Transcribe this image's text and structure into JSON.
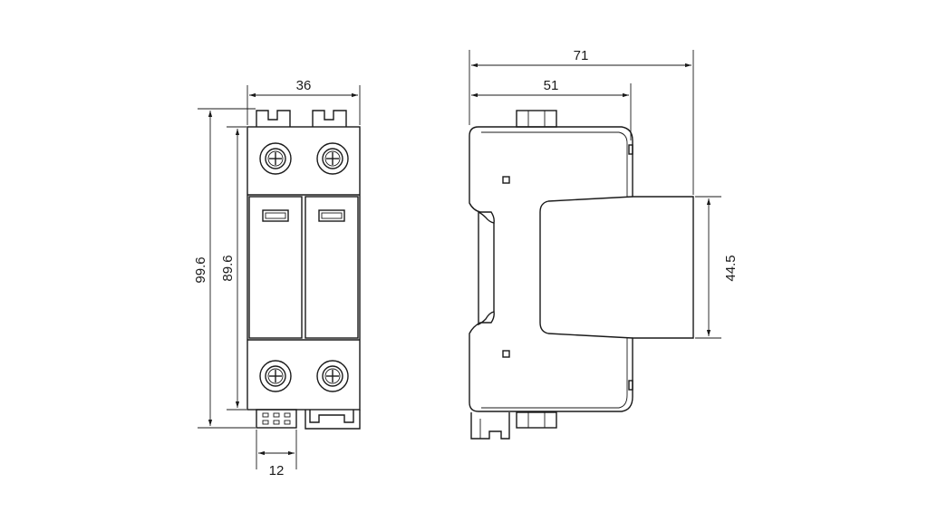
{
  "front_view": {
    "width_label": "36",
    "total_height_label": "99.6",
    "body_height_label": "89.6",
    "terminal_pitch_label": "12"
  },
  "side_view": {
    "depth_label": "71",
    "rail_depth_label": "51",
    "front_height_label": "44.5"
  }
}
